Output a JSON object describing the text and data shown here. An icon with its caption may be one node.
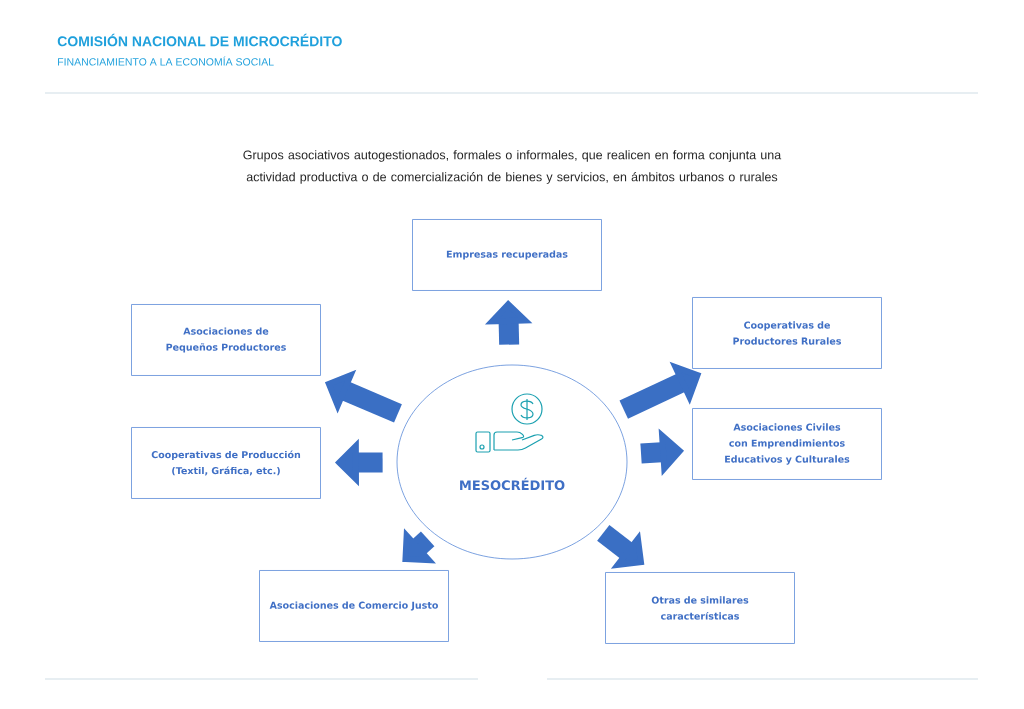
{
  "diagram": {
    "title": "COMISIÓN NACIONAL DE MICROCRÉDITO",
    "nodes": [
      {
        "text": [
          "MESOCRÉDITO"
        ]
      },
      {
        "text": [
          "Empresas recuperadas"
        ]
      },
      {
        "text": [
          "Asociaciones de Pequeños Productores"
        ]
      },
      {
        "text": [
          "Cooperativas de Productores Rurales"
        ]
      },
      {
        "text": [
          "Cooperativas de Producción (Textil, Gráfica, etc.)"
        ]
      },
      {
        "text": [
          "Asociaciones Civiles con Emprendimientos Educativos y Culturales"
        ]
      },
      {
        "text": [
          "Asociaciones de Comercio Justo"
        ]
      },
      {
        "text": [
          "Otras de similares características"
        ]
      }
    ],
    "edges": [
      {
        "from": 0,
        "to": 1,
        "arrow": "to"
      },
      {
        "from": 0,
        "to": 2,
        "arrow": "to"
      },
      {
        "from": 0,
        "to": 3,
        "arrow": "to"
      },
      {
        "from": 0,
        "to": 4,
        "arrow": "to"
      },
      {
        "from": 0,
        "to": 5,
        "arrow": "to"
      },
      {
        "from": 0,
        "to": 6,
        "arrow": "to"
      },
      {
        "from": 0,
        "to": 7,
        "arrow": "to"
      }
    ],
    "labels": [
      "FINANCIAMIENTO A LA ECONOMÍA SOCIAL",
      "Grupos asociativos autogestionados, formales o informales, que realicen en forma conjunta una actividad productiva o de comercialización de bienes y servicios, en ámbitos urbanos o rurales"
    ]
  }
}
